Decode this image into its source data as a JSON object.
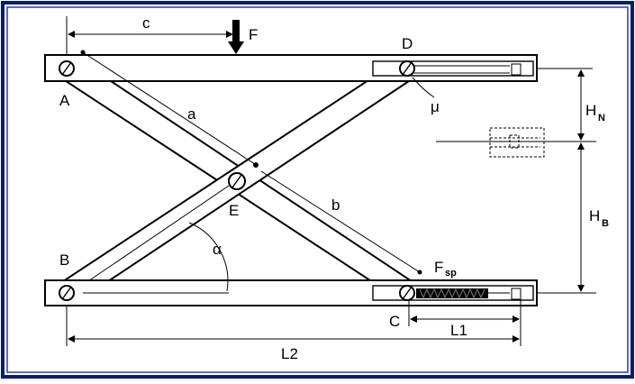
{
  "colors": {
    "frame": "#0a1c6e",
    "line": "#000000",
    "background": "#ffffff"
  },
  "points": {
    "A": "A",
    "B": "B",
    "C": "C",
    "D": "D",
    "E": "E"
  },
  "labels": {
    "force_top": "F",
    "friction": "μ",
    "arm_a": "a",
    "arm_b": "b",
    "offset_c": "c",
    "angle": "α",
    "spring_force_main": "F",
    "spring_force_sub": "sp",
    "stroke_l1": "L1",
    "span_l2": "L2",
    "height_n_main": "H",
    "height_n_sub": "N",
    "height_b_main": "H",
    "height_b_sub": "B"
  }
}
